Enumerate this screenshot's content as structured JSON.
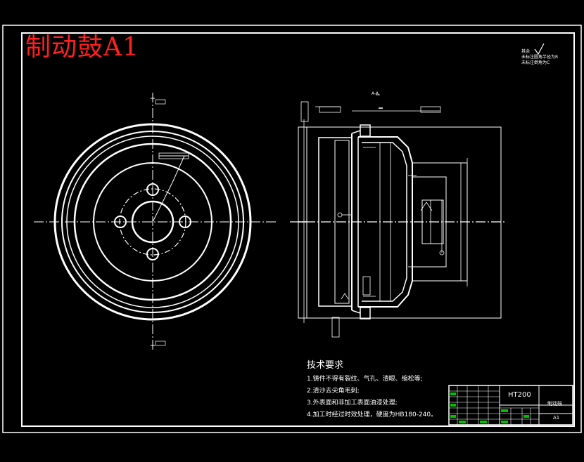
{
  "drawing_title": "制动鼓A1",
  "roughness_note": {
    "label": "其余",
    "lines": [
      "未标注圆角半径为R",
      "未标注倒角为C"
    ]
  },
  "technical_requirements": {
    "heading": "技术要求",
    "items": [
      "1.铸件不得有裂纹、气孔、渣眼、缩松等;",
      "2.清沙去尖角毛刺;",
      "3.外表面和非加工表面油漆处理;",
      "4.加工时经过时效处理，硬度为HB180-240。"
    ]
  },
  "title_block": {
    "material": "HT200",
    "part_name": "制动鼓",
    "sheet_size": "A1"
  },
  "section_label": "A-A",
  "colors": {
    "background": "#000000",
    "lines": "#ffffff",
    "title": "#ff2020",
    "green": "#00c000"
  }
}
